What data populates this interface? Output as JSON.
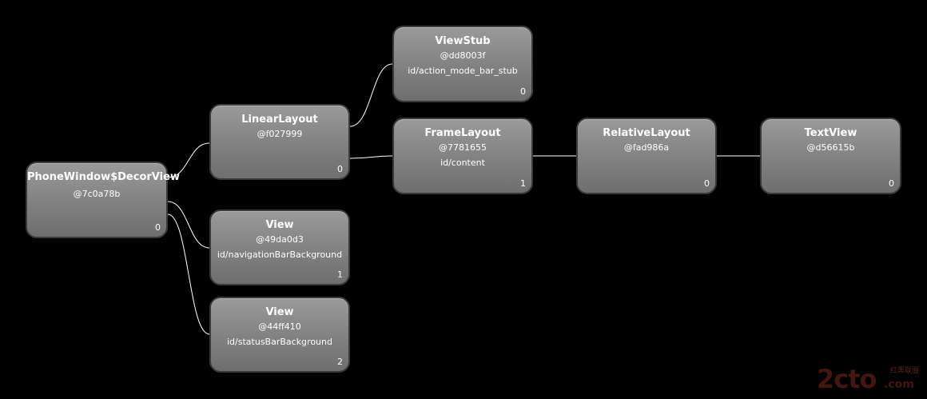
{
  "nodes": {
    "decor": {
      "title": "PhoneWindow$DecorView",
      "hash": "@7c0a78b",
      "id": "",
      "index": "0"
    },
    "linear": {
      "title": "LinearLayout",
      "hash": "@f027999",
      "id": "",
      "index": "0"
    },
    "viewNav": {
      "title": "View",
      "hash": "@49da0d3",
      "id": "id/navigationBarBackground",
      "index": "1"
    },
    "viewStatus": {
      "title": "View",
      "hash": "@44ff410",
      "id": "id/statusBarBackground",
      "index": "2"
    },
    "viewStub": {
      "title": "ViewStub",
      "hash": "@dd8003f",
      "id": "id/action_mode_bar_stub",
      "index": "0"
    },
    "frame": {
      "title": "FrameLayout",
      "hash": "@7781655",
      "id": "id/content",
      "index": "1"
    },
    "relative": {
      "title": "RelativeLayout",
      "hash": "@fad986a",
      "id": "",
      "index": "0"
    },
    "textView": {
      "title": "TextView",
      "hash": "@d56615b",
      "id": "",
      "index": "0"
    }
  },
  "watermark": {
    "main": "2cto",
    "sub": "红黑联盟",
    "domain": ".com"
  },
  "colors": {
    "background": "#000000",
    "node_top": "#9a9a9a",
    "node_bottom": "#6e6e6e",
    "link": "#ffffff",
    "text": "#ffffff"
  }
}
